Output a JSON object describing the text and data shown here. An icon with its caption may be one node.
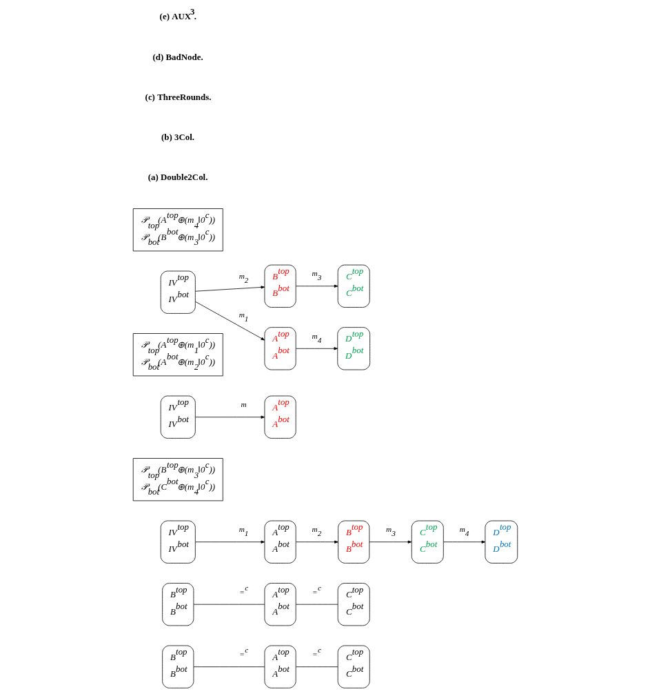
{
  "diagram": {
    "nodes": [
      {
        "text": [
          "B$^{top}$",
          "B$^{bot}$"
        ]
      },
      {
        "text": [
          "A$^{top}$",
          "A$^{bot}$"
        ]
      },
      {
        "text": [
          "C$^{top}$",
          "C$^{bot}$"
        ]
      },
      {
        "text": [
          "B$^{top}$",
          "B$^{bot}$"
        ]
      },
      {
        "text": [
          "A$^{top}$",
          "A$^{bot}$"
        ]
      },
      {
        "text": [
          "C$^{top}$",
          "C$^{bot}$"
        ]
      },
      {
        "text": [
          "IV$^{top}$",
          "IV$^{bot}$"
        ]
      },
      {
        "text": [
          "A$^{top}$",
          "A$^{bot}$"
        ]
      },
      {
        "text": [
          "B$^{top}$",
          "B$^{bot}$"
        ]
      },
      {
        "text": [
          "C$^{top}$",
          "C$^{bot}$"
        ]
      },
      {
        "text": [
          "D$^{top}$",
          "D$^{bot}$"
        ]
      },
      {
        "text": [
          "𝒫$_{top}$(B$^{top}$⊕(m$_{3}$‖0$^{c}$))",
          "𝒫$_{bot}$(C$^{bot}$⊕(m$_{4}$‖0$^{c}$))"
        ]
      },
      {
        "text": [
          "IV$^{top}$",
          "IV$^{bot}$"
        ]
      },
      {
        "text": [
          "A$^{top}$",
          "A$^{bot}$"
        ]
      },
      {
        "text": [
          "𝒫$_{top}$(A$^{top}$⊕(m$_{1}$‖0$^{c}$))",
          "𝒫$_{bot}$(A$^{bot}$⊕(m$_{2}$‖0$^{c}$))"
        ]
      },
      {
        "text": [
          "IV$^{top}$",
          "IV$^{bot}$"
        ]
      },
      {
        "text": [
          "B$^{top}$",
          "B$^{bot}$"
        ]
      },
      {
        "text": [
          "C$^{top}$",
          "C$^{bot}$"
        ]
      },
      {
        "text": [
          "A$^{top}$",
          "A$^{bot}$"
        ]
      },
      {
        "text": [
          "D$^{top}$",
          "D$^{bot}$"
        ]
      },
      {
        "text": [
          "𝒫$_{top}$(A$^{top}$⊕(m$_{4}$‖0$^{c}$))",
          "𝒫$_{bot}$(B$^{bot}$⊕(m$_{3}$‖0$^{c}$))"
        ]
      }
    ],
    "edges": [
      {
        "from": 0,
        "to": 1,
        "arrow": "none",
        "label": "=$^{c}$"
      },
      {
        "from": 1,
        "to": 2,
        "arrow": "none",
        "label": "=$^{c}$"
      },
      {
        "from": 3,
        "to": 4,
        "arrow": "none",
        "label": "=$^{c}$"
      },
      {
        "from": 4,
        "to": 5,
        "arrow": "none",
        "label": "=$^{c}$"
      },
      {
        "from": 6,
        "to": 7,
        "arrow": "to",
        "label": "m$_{1}$"
      },
      {
        "from": 7,
        "to": 8,
        "arrow": "to",
        "label": "m$_{2}$"
      },
      {
        "from": 8,
        "to": 9,
        "arrow": "to",
        "label": "m$_{3}$"
      },
      {
        "from": 9,
        "to": 10,
        "arrow": "to",
        "label": "m$_{4}$"
      },
      {
        "from": 12,
        "to": 13,
        "arrow": "to",
        "label": "m"
      },
      {
        "from": 15,
        "to": 16,
        "arrow": "to",
        "label": "m$_{2}$"
      },
      {
        "from": 16,
        "to": 17,
        "arrow": "to",
        "label": "m$_{3}$"
      },
      {
        "from": 15,
        "to": 18,
        "arrow": "to",
        "label": "m$_{1}$"
      },
      {
        "from": 18,
        "to": 19,
        "arrow": "to",
        "label": "m$_{4}$"
      }
    ],
    "labels": [
      "(a) Double2Col.",
      "(b) 3Col.",
      "(c) ThreeRounds.",
      "(d) BadNode.",
      "(e) AUX$^{3}$."
    ]
  }
}
